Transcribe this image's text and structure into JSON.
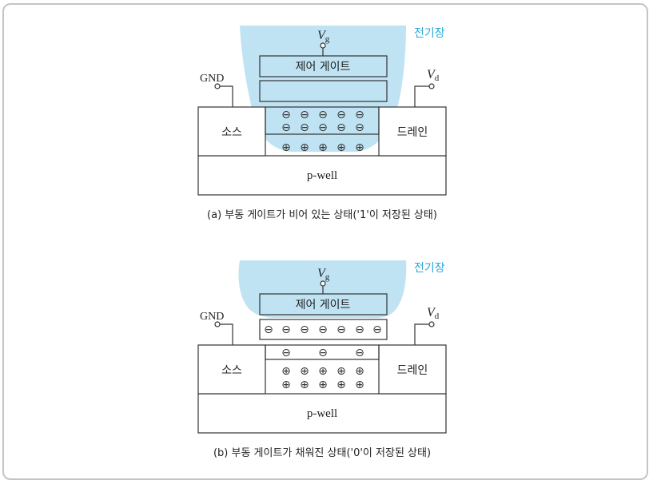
{
  "colors": {
    "field": "#bfe3f3",
    "field_text": "#2aa7d9",
    "line": "#333333"
  },
  "labels": {
    "vg_main": "V",
    "vg_sub": "g",
    "vd_main": "V",
    "vd_sub": "d",
    "gnd": "GND",
    "control_gate": "제어 게이트",
    "source": "소스",
    "drain": "드레인",
    "pwell": "p-well",
    "field": "전기장"
  },
  "captions": {
    "a": "(a) 부동 게이트가 비어 있는 상태('1'이 저장된 상태)",
    "b": "(b) 부동 게이트가 채워진 상태('0'이 저장된 상태)"
  },
  "symbols": {
    "minus": "⊖",
    "plus": "⊕"
  }
}
